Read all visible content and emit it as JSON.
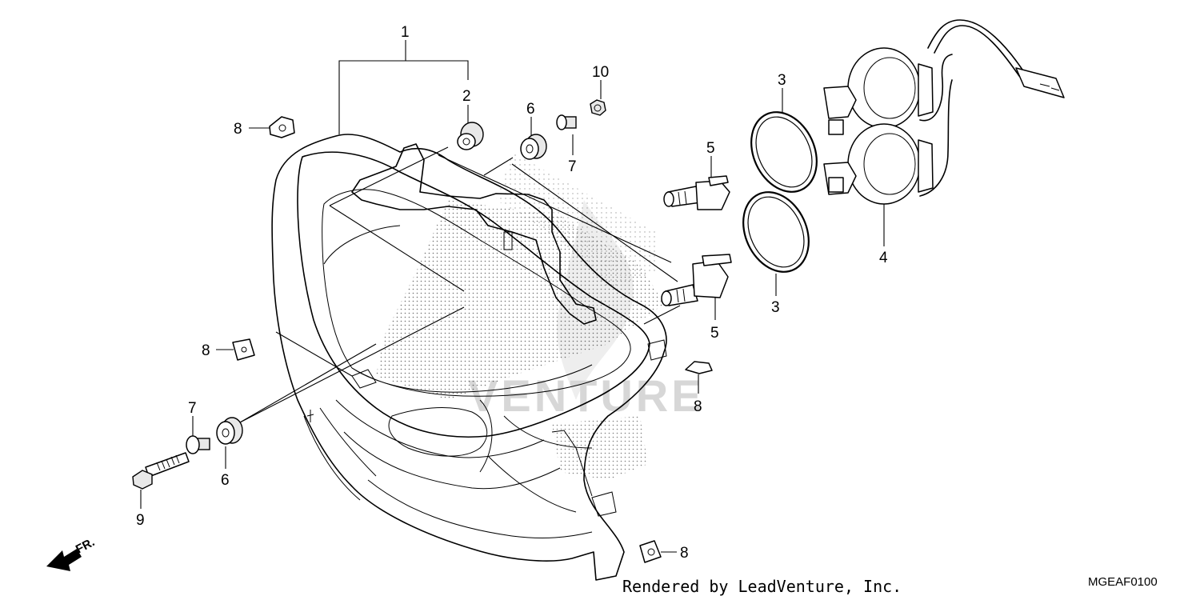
{
  "callouts": {
    "c1": "1",
    "c2": "2",
    "c3a": "3",
    "c3b": "3",
    "c4": "4",
    "c5a": "5",
    "c5b": "5",
    "c6a": "6",
    "c6b": "6",
    "c7a": "7",
    "c7b": "7",
    "c8a": "8",
    "c8b": "8",
    "c8c": "8",
    "c8d": "8",
    "c9": "9",
    "c10": "10"
  },
  "direction": {
    "label": "FR."
  },
  "footer": {
    "credit": "Rendered by LeadVenture, Inc.",
    "diagram_code": "MGEAF0100"
  },
  "watermark": {
    "text": "VENTURE"
  }
}
